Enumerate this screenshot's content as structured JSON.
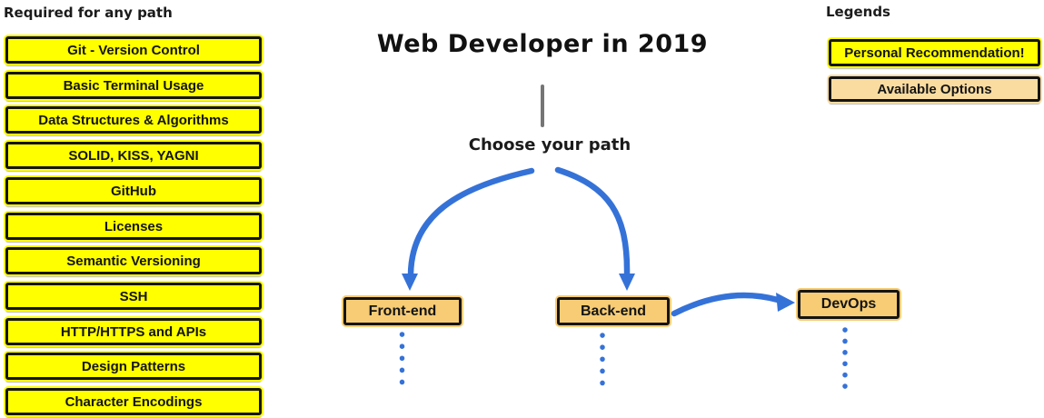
{
  "page": {
    "left_column": {
      "header": "Required for any path",
      "required_items": [
        "Git - Version Control",
        "Basic Terminal Usage",
        "Data Structures & Algorithms",
        "SOLID, KISS, YAGNI",
        "GitHub",
        "Licenses",
        "Semantic Versioning",
        "SSH",
        "HTTP/HTTPS and APIs",
        "Design Patterns",
        "Character Encodings"
      ]
    },
    "center": {
      "title": "Web Developer in 2019",
      "choose_label": "Choose your path",
      "paths": [
        {
          "label": "Front-end"
        },
        {
          "label": "Back-end"
        },
        {
          "label": "DevOps"
        }
      ],
      "edges": [
        {
          "from": "Choose your path",
          "to": "Front-end"
        },
        {
          "from": "Choose your path",
          "to": "Back-end"
        },
        {
          "from": "Back-end",
          "to": "DevOps"
        }
      ]
    },
    "legends": {
      "header": "Legends",
      "personal_recommendation": "Personal Recommendation!",
      "available_options": "Available Options"
    },
    "colors": {
      "recommendation_yellow": "#ffff00",
      "option_tan": "#f7cc74",
      "option_tan_light": "#fadca0",
      "arrow_blue": "#3572d8",
      "stem_gray": "#757575",
      "border_black": "#141414"
    }
  }
}
